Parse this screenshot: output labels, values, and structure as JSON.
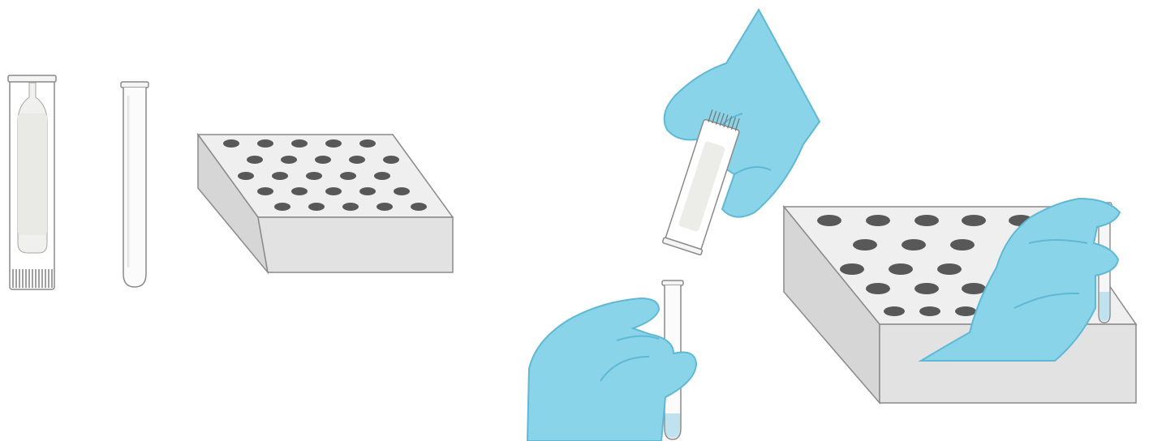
{
  "illustration": {
    "items": [
      {
        "name": "test-strip",
        "depicts": "strip-icon"
      },
      {
        "name": "test-tube",
        "depicts": "tube-icon"
      },
      {
        "name": "tube-rack",
        "depicts": "rack-icon"
      },
      {
        "name": "gloved-hands",
        "depicts": "hand-icon"
      }
    ],
    "colors": {
      "glove": "#8ad4ea",
      "glove_shadow": "#5fb8d4",
      "rack_top": "#eeeeee",
      "rack_side": "#dcdcdc",
      "hole": "#555555",
      "outline": "#8a8a8a"
    }
  }
}
